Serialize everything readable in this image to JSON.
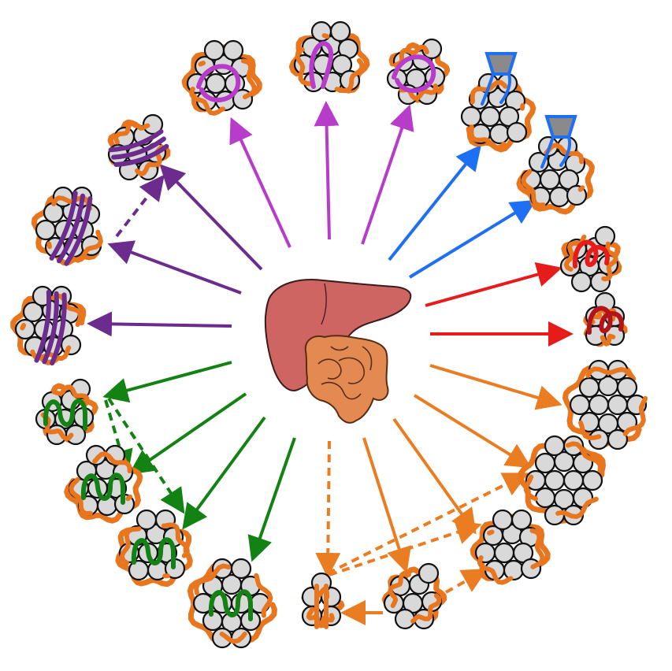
{
  "diagram": {
    "colors": {
      "background": "#ffffff",
      "ball_fill": "#d9d9d9",
      "ball_stroke": "#111111",
      "chain_orange": "#e8761f",
      "purple_dark": "#6b2c8e",
      "magenta": "#b63cc9",
      "blue": "#1f6ff2",
      "red": "#e81b1b",
      "dark_red": "#b3141a",
      "green": "#128212",
      "orange_arrow": "#ea7c22",
      "liver": "#cf6563",
      "intestine": "#e38a52"
    },
    "center_icon": "liver-and-intestine-icon",
    "cluster_groups": [
      {
        "group": "purple",
        "count": 4
      },
      {
        "group": "magenta",
        "count": 3
      },
      {
        "group": "blue",
        "count": 2
      },
      {
        "group": "red",
        "count": 2
      },
      {
        "group": "green",
        "count": 4
      },
      {
        "group": "orange",
        "count": 6
      }
    ]
  }
}
